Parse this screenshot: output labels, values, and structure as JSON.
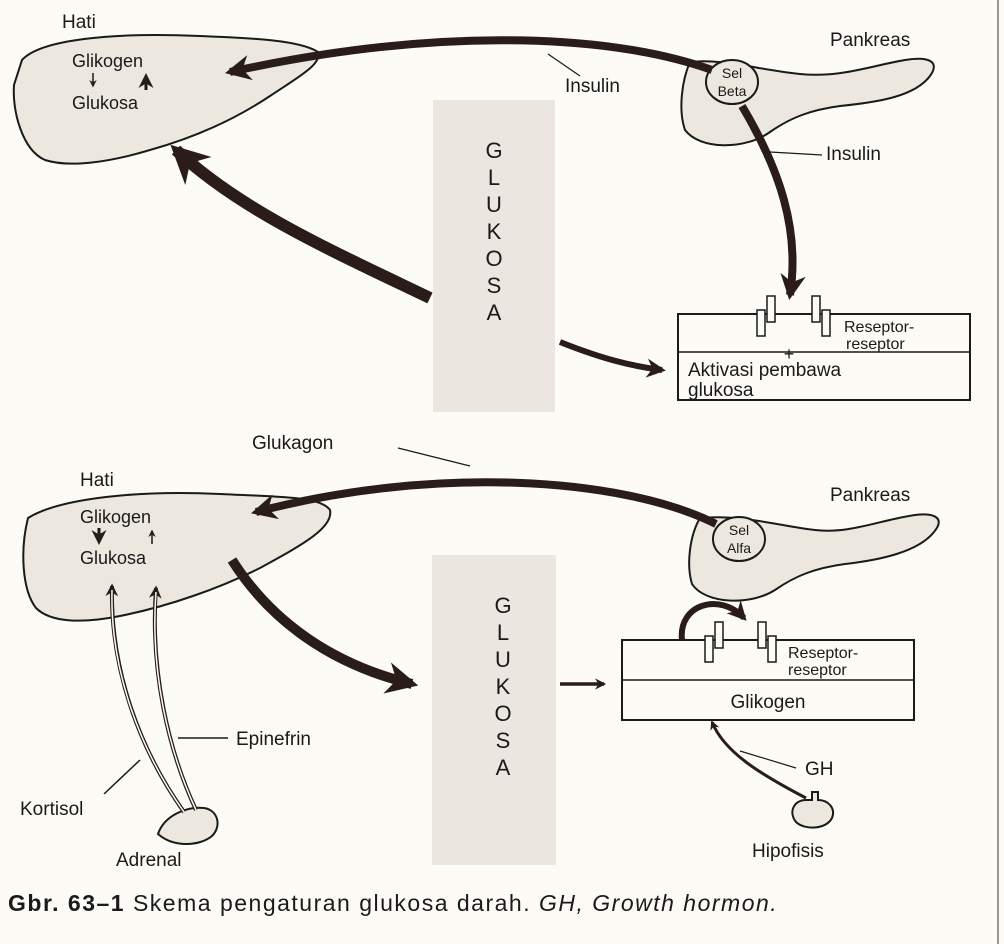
{
  "top": {
    "liver_label": "Hati",
    "liver_glycogen": "Glikogen",
    "liver_glucose": "Glukosa",
    "pancreas_label": "Pankreas",
    "cell_line1": "Sel",
    "cell_line2": "Beta",
    "insulin_label_1": "Insulin",
    "insulin_label_2": "Insulin",
    "glucose_column": [
      "G",
      "L",
      "U",
      "K",
      "O",
      "S",
      "A"
    ],
    "receptor_line1": "Reseptor-",
    "receptor_line2": "reseptor",
    "plus_sign": "+",
    "box_text_line1": "Aktivasi pembawa",
    "box_text_line2": "glukosa"
  },
  "bottom": {
    "glucagon_label": "Glukagon",
    "liver_label": "Hati",
    "liver_glycogen": "Glikogen",
    "liver_glucose": "Glukosa",
    "pancreas_label": "Pankreas",
    "cell_line1": "Sel",
    "cell_line2": "Alfa",
    "glucose_column": [
      "G",
      "L",
      "U",
      "K",
      "O",
      "S",
      "A"
    ],
    "receptor_line1": "Reseptor-",
    "receptor_line2": "reseptor",
    "box_text": "Glikogen",
    "epinephrine_label": "Epinefrin",
    "cortisol_label": "Kortisol",
    "adrenal_label": "Adrenal",
    "gh_label": "GH",
    "pituitary_label": "Hipofisis"
  },
  "caption": {
    "figure_number": "Gbr. 63–1",
    "text": " Skema pengaturan glukosa darah. ",
    "abbrev": "GH, Growth hormon."
  },
  "colors": {
    "arrow": "#2a1d19",
    "organ_fill": "#ece8e0",
    "column_fill": "#ebe6df",
    "background": "#fdfbf5"
  }
}
